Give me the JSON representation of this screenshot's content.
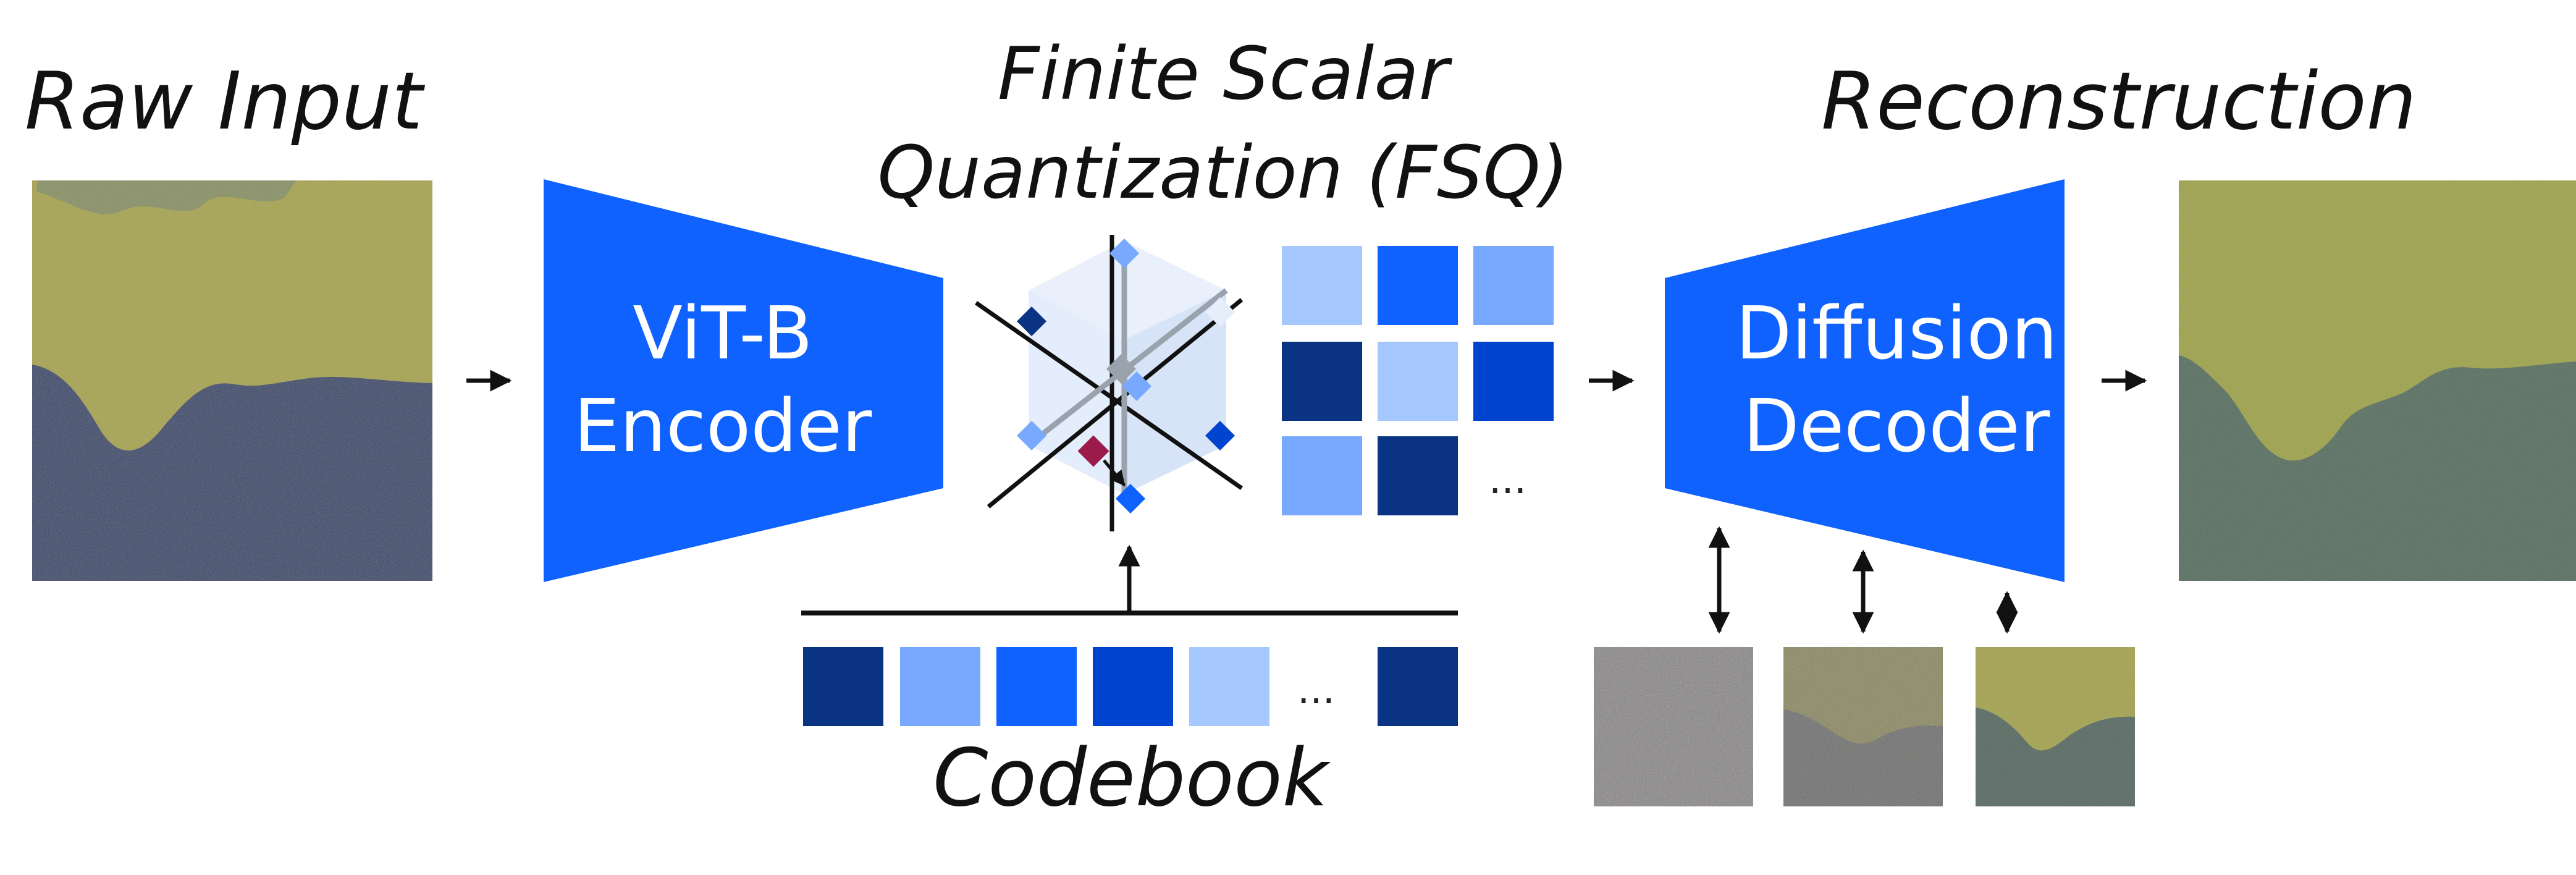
{
  "labels": {
    "raw_input": "Raw Input",
    "fsq_line1": "Finite Scalar",
    "fsq_line2": "Quantization (FSQ)",
    "reconstruction": "Reconstruction",
    "codebook": "Codebook"
  },
  "blocks": {
    "encoder_line1": "ViT-B",
    "encoder_line2": "Encoder",
    "decoder_line1": "Diffusion",
    "decoder_line2": "Decoder"
  },
  "ellipsis": "...",
  "colors": {
    "dark_navy": "#0a3384",
    "blue": "#0f62fe",
    "medium_blue": "#0043ce",
    "light_blue": "#78a9ff",
    "pale_blue": "#a6c8ff",
    "highlight_point": "#9b1c4a",
    "yellow_region": "#a7a64d",
    "dark_region": "#3f4a66"
  },
  "icons": {
    "flow_arrow": "arrow-right-icon",
    "up_arrow": "arrow-up-icon",
    "bidirectional": "double-arrow-icon"
  }
}
